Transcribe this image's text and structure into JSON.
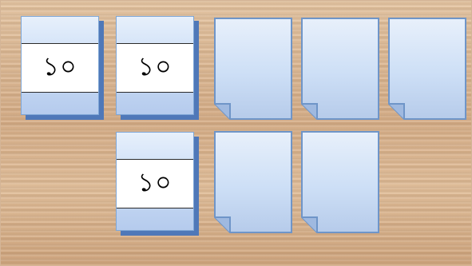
{
  "labels": {
    "row1_col1": "১০",
    "row1_col2": "১০",
    "row2_col2": "১০"
  },
  "colors": {
    "card_fill_top": "#e7f0fb",
    "card_fill_bottom": "#b5cbed",
    "card_shadow": "#4f78b8",
    "sheet_stroke": "#6f95c8",
    "wood_base": "#d9b48f"
  },
  "icons": {
    "sheet": "folded-corner-page-icon"
  }
}
